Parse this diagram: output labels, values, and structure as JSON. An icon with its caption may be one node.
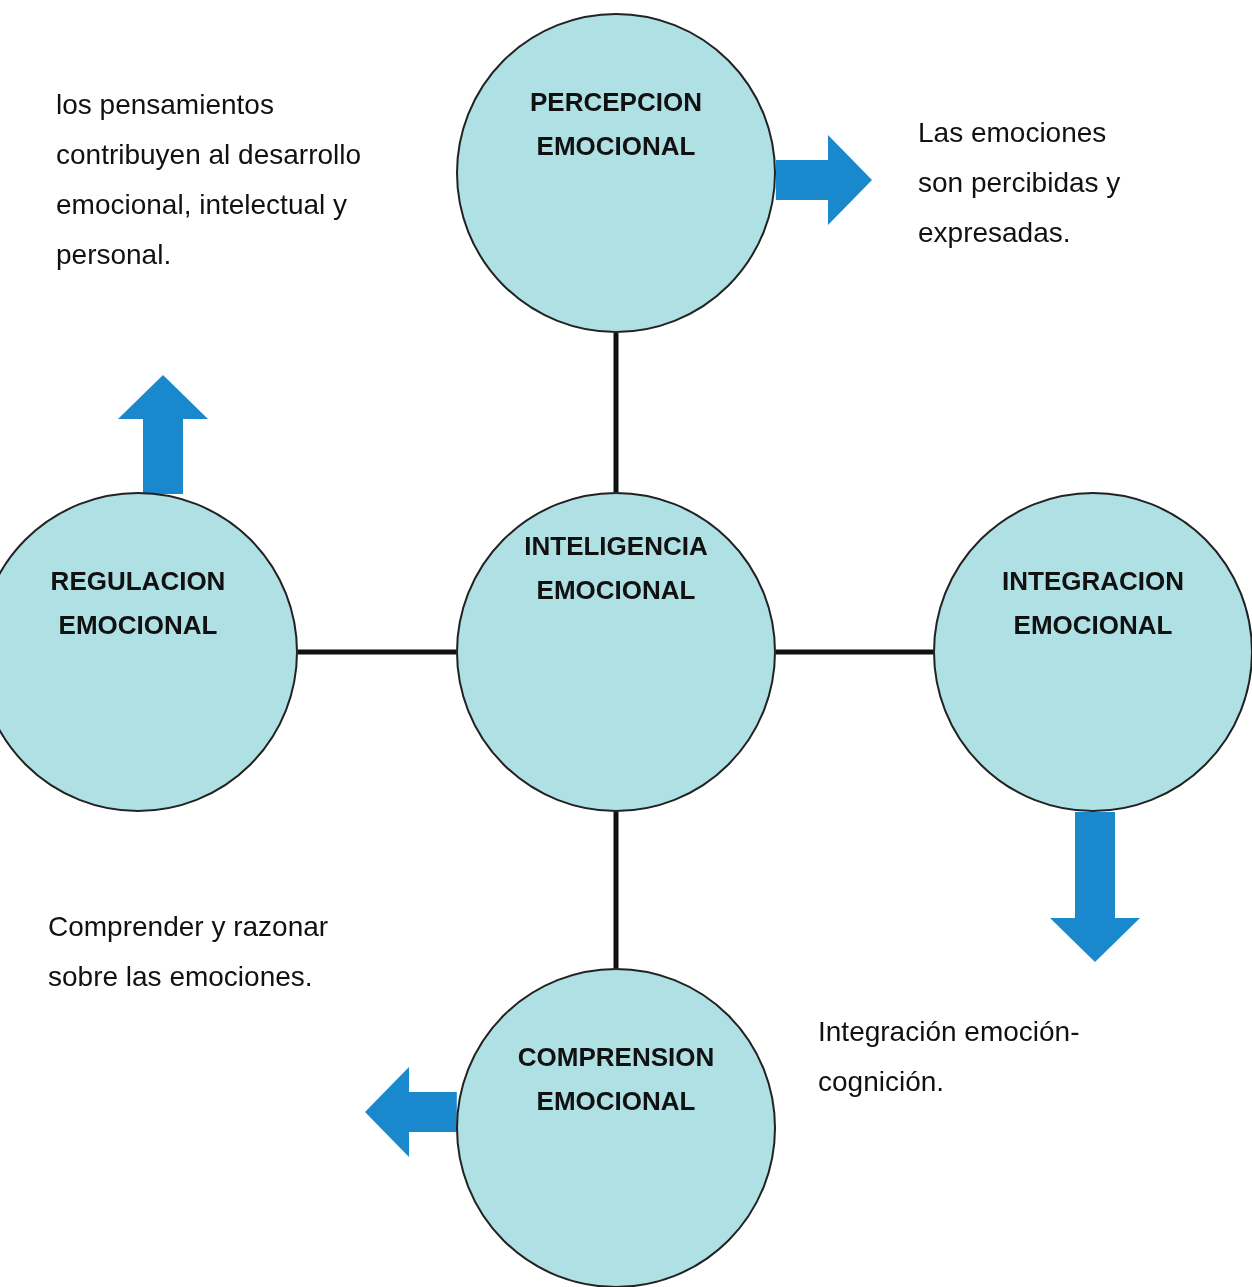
{
  "diagram": {
    "nodes": [
      {
        "text": [
          "INTELIGENCIA EMOCIONAL"
        ]
      },
      {
        "text": [
          "PERCEPCION EMOCIONAL"
        ]
      },
      {
        "text": [
          "REGULACION EMOCIONAL"
        ]
      },
      {
        "text": [
          "INTEGRACION EMOCIONAL"
        ]
      },
      {
        "text": [
          "COMPRENSION EMOCIONAL"
        ]
      },
      {
        "text": [
          "los pensamientos contribuyen al desarrollo emocional, intelectual y personal."
        ]
      },
      {
        "text": [
          "Las emociones son percibidas y expresadas."
        ]
      },
      {
        "text": [
          "Comprender y razonar sobre las emociones."
        ]
      },
      {
        "text": [
          "Integración emoción-cognición."
        ]
      }
    ],
    "edges": [
      {
        "from": 0,
        "to": 1,
        "arrow": "none"
      },
      {
        "from": 0,
        "to": 2,
        "arrow": "none"
      },
      {
        "from": 0,
        "to": 3,
        "arrow": "none"
      },
      {
        "from": 0,
        "to": 4,
        "arrow": "none"
      },
      {
        "from": 1,
        "to": 6,
        "arrow": "to",
        "style": "thick",
        "color": "#1a88cc"
      },
      {
        "from": 3,
        "to": 8,
        "arrow": "to",
        "style": "thick",
        "color": "#1a88cc"
      },
      {
        "from": 4,
        "to": 7,
        "arrow": "to",
        "style": "thick",
        "color": "#1a88cc"
      },
      {
        "from": 2,
        "to": 5,
        "arrow": "to",
        "style": "thick",
        "color": "#1a88cc"
      }
    ]
  }
}
